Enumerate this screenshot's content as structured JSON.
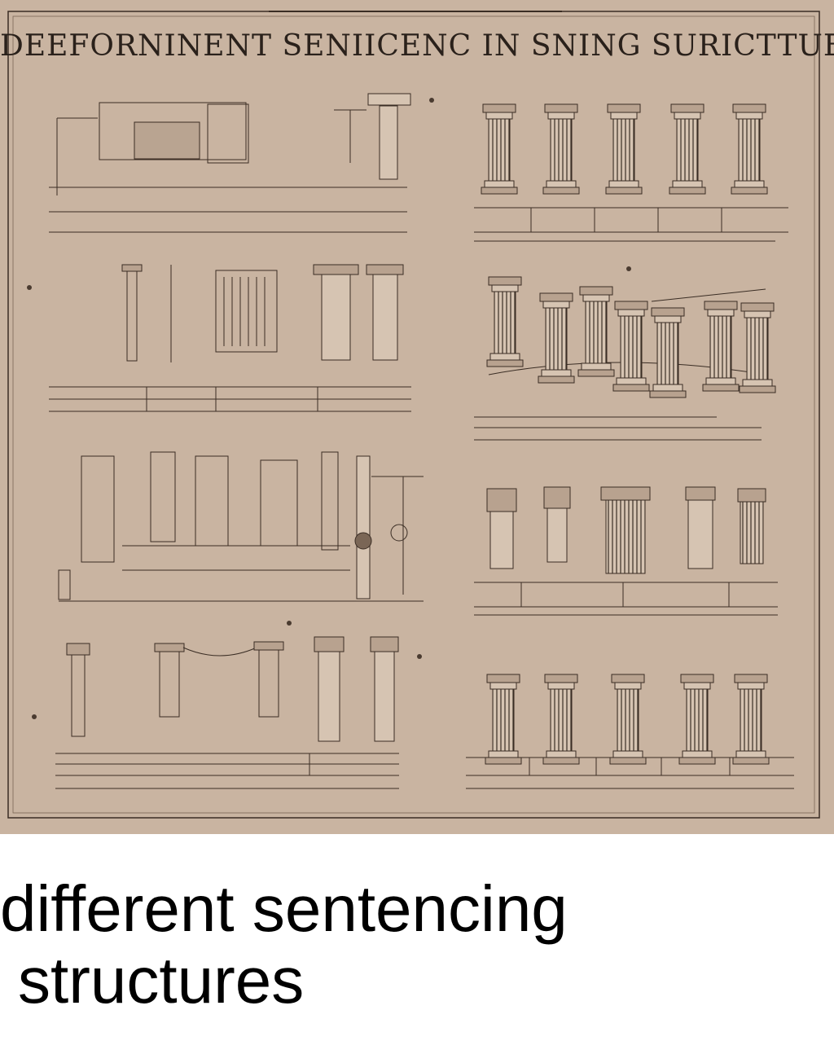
{
  "poster": {
    "title": "DEEFORNINENT SENIICENC IN SNING SURICTTUES",
    "background": "#c9b4a1",
    "ink": "#2a211b"
  },
  "caption": {
    "line1": "different sentencing",
    "line2": "structures"
  }
}
